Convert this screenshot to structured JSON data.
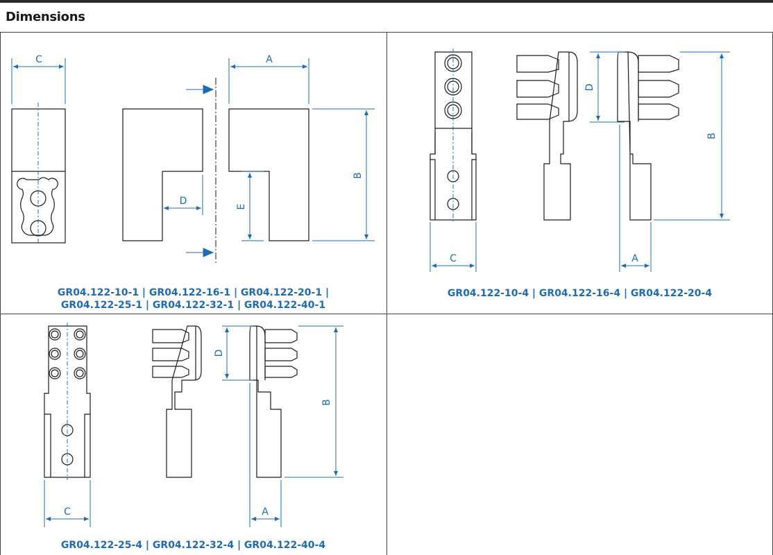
{
  "section_title": "Dimensions",
  "colors": {
    "dimension": "#1e6bb5",
    "outline": "#1a1a1a",
    "grid": "#444444"
  },
  "panels": {
    "top_left": {
      "caption_line1": "GR04.122-10-1  |  GR04.122-16-1  |  GR04.122-20-1  |",
      "caption_line2": "GR04.122-25-1  |  GR04.122-32-1  |  GR04.122-40-1",
      "dims": {
        "c": "C",
        "a": "A",
        "b": "B",
        "d": "D",
        "e": "E"
      }
    },
    "top_right": {
      "caption": "GR04.122-10-4  |  GR04.122-16-4  |  GR04.122-20-4",
      "dims": {
        "d": "D",
        "b": "B",
        "c": "C",
        "a": "A"
      }
    },
    "bottom_left": {
      "caption": "GR04.122-25-4  |  GR04.122-32-4  |  GR04.122-40-4",
      "dims": {
        "d": "D",
        "b": "B",
        "c": "C",
        "a": "A"
      }
    }
  }
}
